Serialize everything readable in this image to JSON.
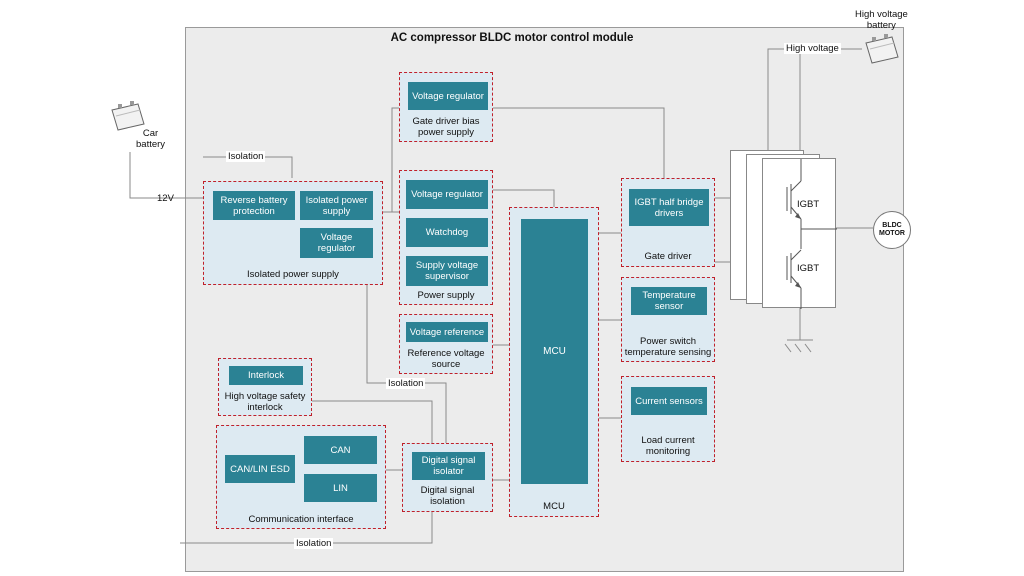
{
  "title": "AC compressor BLDC motor control module",
  "external": {
    "car_battery": "Car\nbattery",
    "hv_battery": "High voltage\nbattery",
    "high_voltage": "High voltage",
    "v12": "12V",
    "bldc_motor": "BLDC\nMOTOR"
  },
  "isolation_labels": [
    "Isolation",
    "Isolation",
    "Isolation"
  ],
  "isolated_power_supply": {
    "blocks": [
      "Reverse battery\nprotection",
      "Isolated power\nsupply",
      "Voltage\nregulator"
    ],
    "caption": "Isolated power supply"
  },
  "gate_driver_bias": {
    "block": "Voltage regulator",
    "caption": "Gate driver bias\npower supply"
  },
  "power_supply": {
    "blocks": [
      "Voltage regulator",
      "Watchdog",
      "Supply voltage\nsupervisor"
    ],
    "caption": "Power supply"
  },
  "reference_voltage": {
    "block": "Voltage reference",
    "caption": "Reference voltage\nsource"
  },
  "mcu": {
    "block": "MCU",
    "caption": "MCU"
  },
  "gate_driver": {
    "block": "IGBT half bridge\ndrivers",
    "caption": "Gate driver"
  },
  "temperature": {
    "block": "Temperature\nsensor",
    "caption": "Power switch\ntemperature sensing"
  },
  "current": {
    "block": "Current sensors",
    "caption": "Load current\nmonitoring"
  },
  "interlock": {
    "block": "Interlock",
    "caption": "High voltage safety\ninterlock"
  },
  "communication": {
    "blocks": [
      "CAN/LIN ESD",
      "CAN",
      "LIN"
    ],
    "caption": "Communication interface"
  },
  "digital_isolation": {
    "block": "Digital signal\nisolator",
    "caption": "Digital signal\nisolation"
  },
  "igbt_labels": [
    "IGBT",
    "IGBT"
  ]
}
